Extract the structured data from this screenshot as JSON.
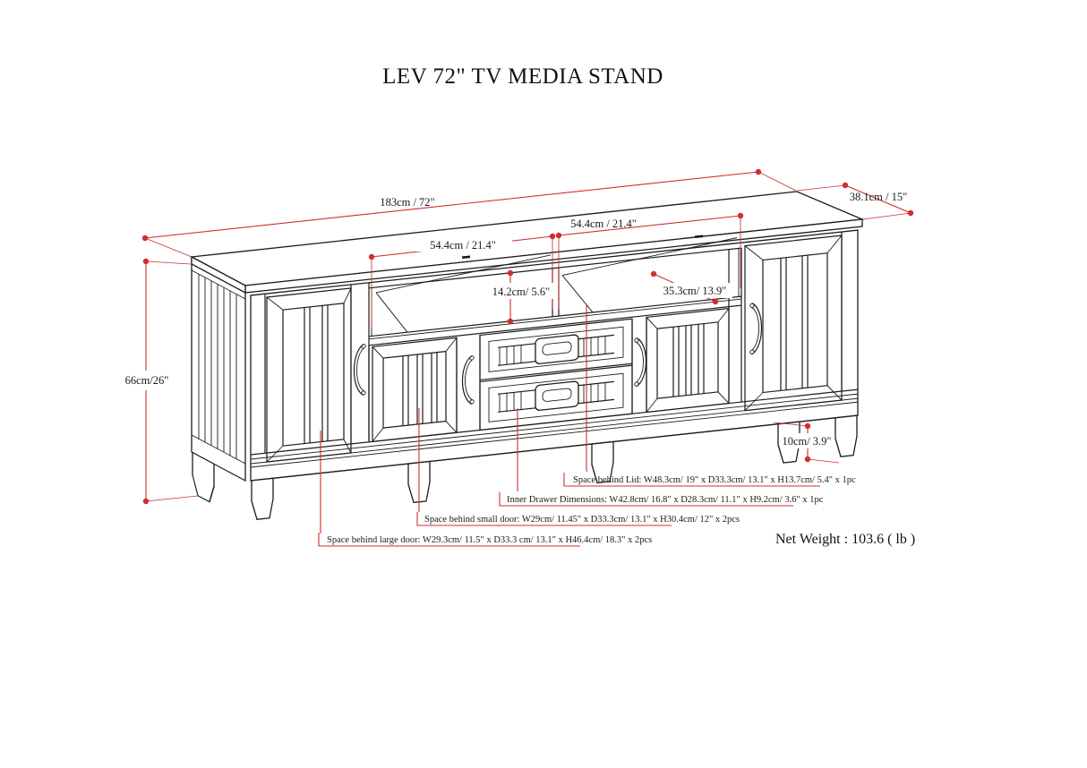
{
  "title": "LEV 72\" TV MEDIA STAND",
  "dimensions": {
    "overall_width": "183cm / 72\"",
    "overall_depth": "38.1cm / 15\"",
    "overall_height": "66cm/26\"",
    "opening_left_width": "54.4cm / 21.4\"",
    "opening_right_width": "54.4cm / 21.4\"",
    "opening_height": "14.2cm/ 5.6\"",
    "shelf_depth": "35.3cm/ 13.9\"",
    "leg_height": "10cm/ 3.9\""
  },
  "annotations": [
    "Space behind Lid: W48.3cm/ 19\" x D33.3cm/ 13.1\" x H13.7cm/ 5.4\" x 1pc",
    "Inner Drawer Dimensions: W42.8cm/ 16.8\" x D28.3cm/ 11.1\" x H9.2cm/ 3.6\" x 1pc",
    "Space behind small door: W29cm/ 11.45\" x D33.3cm/ 13.1\" x H30.4cm/ 12\" x 2pcs",
    "Space behind large door: W29.3cm/ 11.5\" x D33.3 cm/ 13.1\" x H46.4cm/ 18.3\" x 2pcs"
  ],
  "net_weight": "Net Weight : 103.6 ( lb )",
  "colors": {
    "line": "#1c1c1c",
    "dimension": "#cf2f2f"
  }
}
